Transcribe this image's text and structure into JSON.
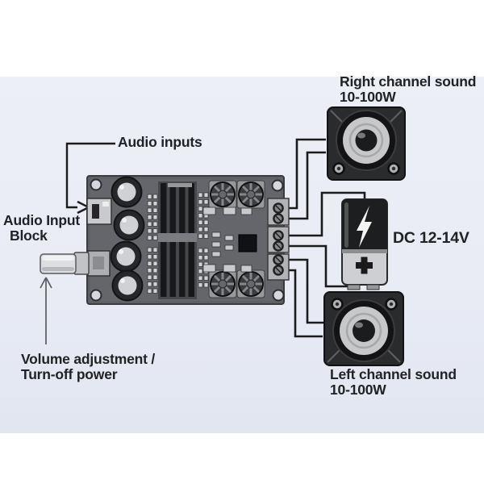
{
  "colors": {
    "page_bg": "#ffffff",
    "photo_bg": "#e9ecf5",
    "text": "#212224",
    "wire": "#1b1b1b"
  },
  "annotations": {
    "audio_inputs": {
      "text": "Audio inputs"
    },
    "audio_input_block": {
      "line1": "Audio Input",
      "line2": "Block"
    },
    "volume": {
      "line1": "Volume adjustment /",
      "line2": "Turn-off power"
    },
    "right_channel": {
      "line1": "Right channel sound",
      "line2": "10-100W"
    },
    "left_channel": {
      "line1": "Left channel sound",
      "line2": "10-100W"
    },
    "power_supply": {
      "text": "DC 12-14V"
    }
  },
  "icons": {
    "board": "amplifier-pcb",
    "right_speaker": "speaker-icon",
    "left_speaker": "speaker-icon",
    "battery": "battery-icon",
    "volume_knob": "potentiometer-knob-icon",
    "lightning": "lightning-bolt-icon",
    "plus": "plus-terminal-icon"
  }
}
